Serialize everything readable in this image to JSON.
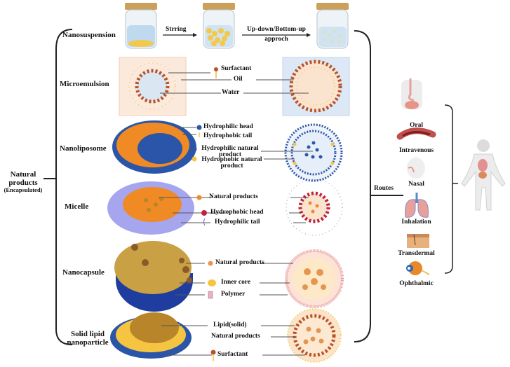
{
  "root": {
    "title_line1": "Natural",
    "title_line2": "products",
    "title_line3": "(Encapsulated)"
  },
  "carriers": [
    {
      "name": "Nanosuspension"
    },
    {
      "name": "Microemulsion"
    },
    {
      "name": "Nanoliposome"
    },
    {
      "name": "Micelle"
    },
    {
      "name": "Nanocapsule"
    },
    {
      "name": "Solid lipid",
      "name2": "nanoparticle"
    }
  ],
  "nanosuspension": {
    "step1": "Strring",
    "step2_line1": "Up-down/Bottom-up",
    "step2_line2": "approch"
  },
  "microemulsion_labels": [
    "Surfactant",
    "Oil",
    "Water"
  ],
  "nanoliposome_labels": [
    "Hydrophilic head",
    "Hydrophobic tail",
    "Hydrophilic natural",
    "product",
    "Hydrophobic natural",
    "product"
  ],
  "micelle_labels": [
    "Natural products",
    "Hydrophobic head",
    "Hydrophilic tail"
  ],
  "nanocapsule_labels": [
    "Natural products",
    "Inner core",
    "Polymer"
  ],
  "sln_labels": [
    "Lipid(solid)",
    "Natural products",
    "Surfactant"
  ],
  "routes": {
    "title": "Routes",
    "items": [
      "Oral",
      "Intravenous",
      "Nasal",
      "Inhalation",
      "Transdermal",
      "Ophthalmic"
    ]
  },
  "colors": {
    "orange": "#f08a24",
    "blue": "#2a55a8",
    "brown": "#b8542a",
    "yellow": "#f5c542",
    "lightblue": "#dbe6f3",
    "peach": "#fbe9dc"
  }
}
